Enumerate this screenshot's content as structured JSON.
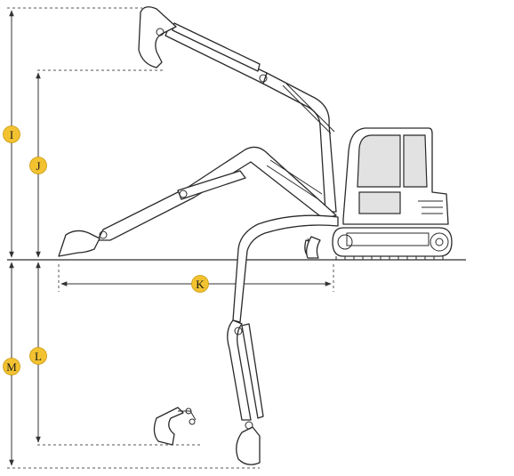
{
  "diagram": {
    "badge_color": "#F2C230",
    "labels": {
      "I": "I",
      "J": "J",
      "K": "K",
      "L": "L",
      "M": "M"
    }
  }
}
